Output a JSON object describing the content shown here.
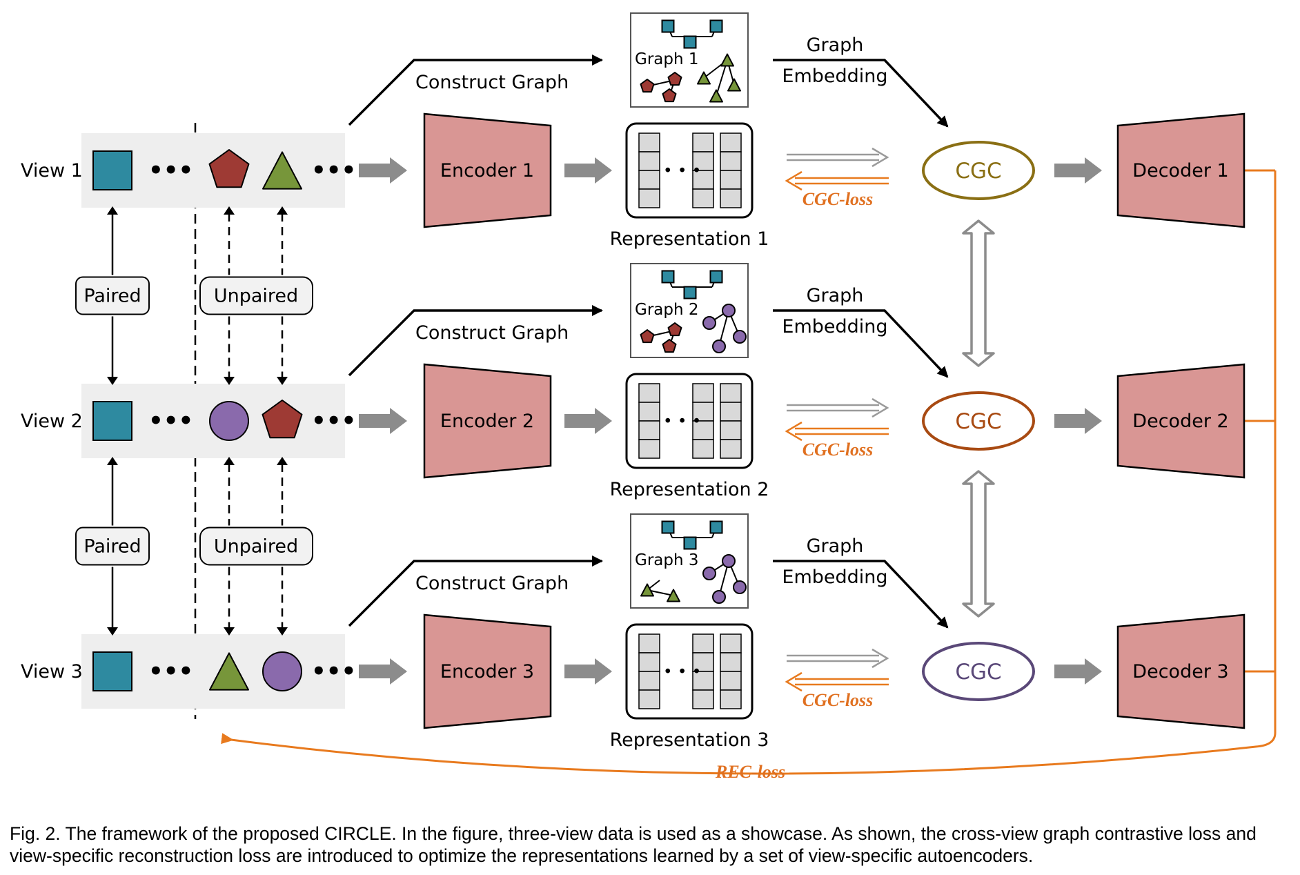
{
  "views": [
    {
      "label": "View 1",
      "representation": "Representation 1",
      "encoder": "Encoder 1",
      "decoder": "Decoder 1",
      "graph": "Graph 1",
      "cgc": "CGC",
      "cgc_color": "#8a6f14"
    },
    {
      "label": "View 2",
      "representation": "Representation 2",
      "encoder": "Encoder 2",
      "decoder": "Decoder 2",
      "graph": "Graph 2",
      "cgc": "CGC",
      "cgc_color": "#a84a12"
    },
    {
      "label": "View 3",
      "representation": "Representation 3",
      "encoder": "Encoder 3",
      "decoder": "Decoder 3",
      "graph": "Graph 3",
      "cgc": "CGC",
      "cgc_color": "#5a4878"
    }
  ],
  "labels": {
    "paired": "Paired",
    "unpaired": "Unpaired",
    "construct_graph": "Construct Graph",
    "graph_word": "Graph",
    "embedding_word": "Embedding",
    "cgc_loss": "CGC-loss",
    "rec_loss": "REC-loss",
    "ellipsis": "•••",
    "rep_dots": "• • •"
  },
  "colors": {
    "square": "#2e8aa0",
    "pentagon": "#9e3a34",
    "triangle": "#77963a",
    "circle": "#8a6aac",
    "encoder_fill": "#d99694",
    "view_bg": "#eeeeee",
    "loss_orange": "#e87a1e",
    "gray_arrow": "#8c8c8c"
  },
  "caption": "Fig. 2. The framework of the proposed CIRCLE. In the figure, three-view data is used as a showcase. As shown, the cross-view graph contrastive loss and view-specific reconstruction loss are introduced to optimize the representations learned by a set of view-specific autoencoders."
}
